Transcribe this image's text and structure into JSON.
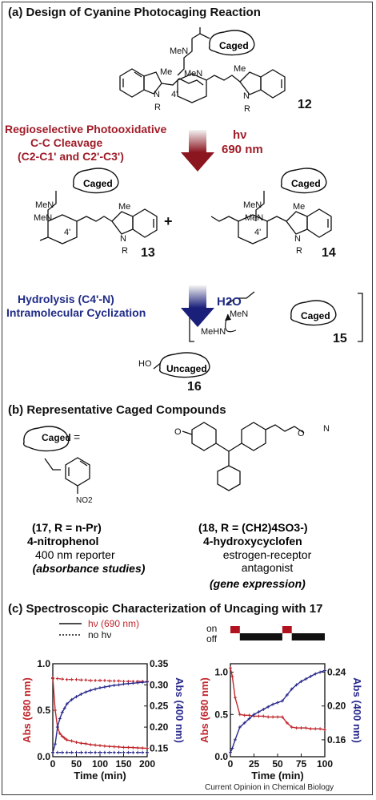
{
  "panel_a": {
    "title": "(a) Design of Cyanine Photocaging Reaction",
    "caged": "Caged",
    "uncaged": "Uncaged",
    "meN": "MeN",
    "meHN": "MeHN",
    "me": "Me",
    "n": "N",
    "r": "R",
    "ho": "HO",
    "plus": "+",
    "pos4": "4'",
    "c12": "12",
    "c13": "13",
    "c14": "14",
    "c15": "15",
    "c16": "16",
    "step1": [
      "Regioselective Photooxidative",
      "C-C Cleavage",
      "(C2-C1' and C2'-C3')"
    ],
    "hv": "hν",
    "wavelength": "690 nm",
    "step2": [
      "Hydrolysis (C4'-N)",
      "Intramolecular Cyclization"
    ],
    "h2o": "H2O",
    "colors": {
      "red": "#a01c28",
      "blue": "#1f2b86"
    }
  },
  "panel_b": {
    "title": "(b) Representative Caged Compounds",
    "no2": "NO2",
    "nme2": "N",
    "c17_label": "(17, R = n-Pr)",
    "c17_name": "4-nitrophenol",
    "c17_desc": "400 nm reporter",
    "c17_use": "(absorbance studies)",
    "c18_label": "(18, R = (CH2)4SO3-)",
    "c18_name": "4-hydroxycyclofen",
    "c18_desc": "estrogen-receptor antagonist",
    "c18_use": "(gene expression)"
  },
  "panel_c": {
    "title": "(c) Spectroscopic Characterization of Uncaging with 17",
    "credit": "Current Opinion in Chemical Biology",
    "on": "on",
    "off": "off"
  },
  "chart_data": [
    {
      "type": "line",
      "xlabel": "Time (min)",
      "ylabel_left": "Abs (680 nm)",
      "ylabel_right": "Abs (400 nm)",
      "xlim": [
        0,
        200
      ],
      "ylim_left": [
        0,
        1.0
      ],
      "ylim_right": [
        0.13,
        0.35
      ],
      "xticks": [
        0,
        50,
        100,
        150,
        200
      ],
      "yticks_left": [
        0.0,
        0.5,
        1.0
      ],
      "yticks_right": [
        0.15,
        0.2,
        0.25,
        0.3,
        0.35
      ],
      "legend": [
        "hν (690 nm)",
        "no hν"
      ],
      "series": [
        {
          "axis": "left",
          "color": "#c0262c",
          "style": "solid",
          "x": [
            0,
            5,
            10,
            15,
            20,
            25,
            30,
            40,
            50,
            60,
            70,
            80,
            90,
            100,
            110,
            120,
            130,
            140,
            150,
            160,
            170,
            180,
            190,
            200
          ],
          "y": [
            0.85,
            0.5,
            0.32,
            0.25,
            0.22,
            0.2,
            0.18,
            0.17,
            0.155,
            0.145,
            0.14,
            0.13,
            0.125,
            0.12,
            0.115,
            0.11,
            0.108,
            0.105,
            0.1,
            0.1,
            0.098,
            0.095,
            0.093,
            0.09
          ]
        },
        {
          "axis": "left",
          "color": "#c0262c",
          "style": "dotted",
          "x": [
            0,
            10,
            20,
            30,
            40,
            50,
            60,
            70,
            80,
            90,
            100,
            110,
            120,
            130,
            140,
            150,
            160,
            170,
            180,
            190,
            200
          ],
          "y": [
            0.84,
            0.84,
            0.835,
            0.83,
            0.83,
            0.83,
            0.825,
            0.825,
            0.82,
            0.82,
            0.82,
            0.82,
            0.815,
            0.815,
            0.815,
            0.81,
            0.81,
            0.81,
            0.81,
            0.81,
            0.81
          ]
        },
        {
          "axis": "right",
          "color": "#2a2a8c",
          "style": "solid",
          "x": [
            0,
            5,
            10,
            15,
            20,
            25,
            30,
            40,
            50,
            60,
            70,
            80,
            90,
            100,
            110,
            120,
            130,
            140,
            150,
            160,
            170,
            180,
            190,
            200
          ],
          "y": [
            0.14,
            0.16,
            0.2,
            0.22,
            0.235,
            0.245,
            0.255,
            0.265,
            0.272,
            0.278,
            0.283,
            0.287,
            0.29,
            0.293,
            0.295,
            0.297,
            0.299,
            0.3,
            0.302,
            0.303,
            0.304,
            0.305,
            0.306,
            0.307
          ]
        },
        {
          "axis": "right",
          "color": "#2a2a8c",
          "style": "dotted",
          "x": [
            0,
            10,
            20,
            30,
            40,
            50,
            60,
            70,
            80,
            90,
            100,
            110,
            120,
            130,
            140,
            150,
            160,
            170,
            180,
            190,
            200
          ],
          "y": [
            0.14,
            0.14,
            0.14,
            0.14,
            0.14,
            0.14,
            0.14,
            0.14,
            0.14,
            0.14,
            0.14,
            0.14,
            0.14,
            0.14,
            0.14,
            0.14,
            0.14,
            0.14,
            0.14,
            0.14,
            0.14
          ]
        }
      ]
    },
    {
      "type": "line",
      "xlabel": "Time (min)",
      "ylabel_left": "Abs (680 nm)",
      "ylabel_right": "Abs (400 nm)",
      "xlim": [
        0,
        100
      ],
      "ylim_left": [
        0,
        1.1
      ],
      "ylim_right": [
        0.14,
        0.25
      ],
      "xticks": [
        0,
        25,
        50,
        75,
        100
      ],
      "yticks_left": [
        0.0,
        0.5,
        1.0
      ],
      "yticks_right": [
        0.16,
        0.2,
        0.24
      ],
      "light_windows": [
        [
          0,
          10
        ],
        [
          55,
          65
        ]
      ],
      "series": [
        {
          "axis": "left",
          "color": "#c0262c",
          "style": "solid",
          "x": [
            0,
            2,
            5,
            10,
            15,
            20,
            25,
            30,
            35,
            40,
            45,
            50,
            55,
            60,
            65,
            70,
            75,
            80,
            85,
            90,
            95,
            100
          ],
          "y": [
            1.05,
            0.95,
            0.7,
            0.5,
            0.49,
            0.49,
            0.48,
            0.48,
            0.48,
            0.47,
            0.47,
            0.47,
            0.47,
            0.4,
            0.35,
            0.34,
            0.34,
            0.34,
            0.33,
            0.33,
            0.33,
            0.32
          ]
        },
        {
          "axis": "right",
          "color": "#2a2a8c",
          "style": "solid",
          "x": [
            0,
            2,
            5,
            10,
            15,
            20,
            25,
            30,
            35,
            40,
            45,
            50,
            55,
            60,
            65,
            70,
            75,
            80,
            85,
            90,
            95,
            100
          ],
          "y": [
            0.145,
            0.15,
            0.16,
            0.175,
            0.18,
            0.185,
            0.19,
            0.193,
            0.196,
            0.199,
            0.202,
            0.204,
            0.206,
            0.213,
            0.22,
            0.225,
            0.229,
            0.232,
            0.235,
            0.238,
            0.24,
            0.242
          ]
        }
      ]
    }
  ]
}
